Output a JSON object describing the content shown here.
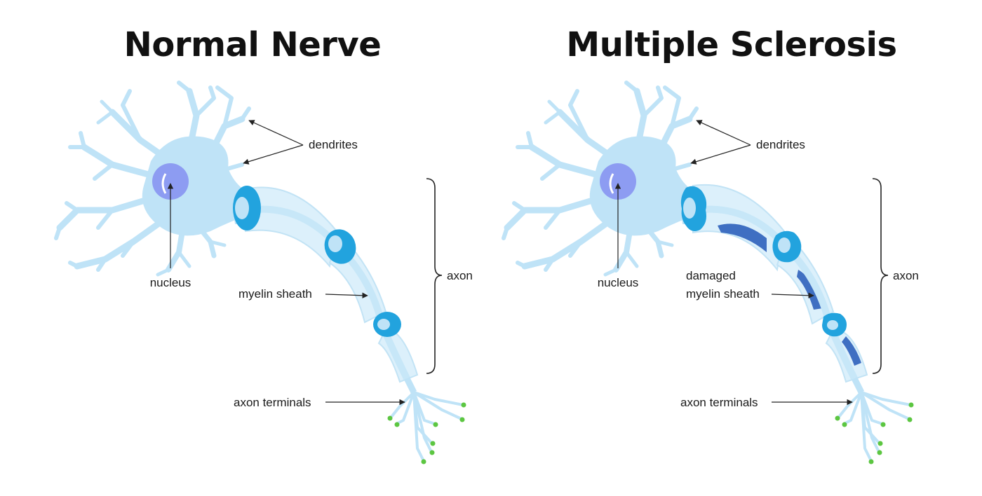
{
  "panels": {
    "normal": {
      "title": "Normal Nerve",
      "labels": {
        "dendrites": "dendrites",
        "nucleus": "nucleus",
        "myelin": "myelin sheath",
        "axon": "axon",
        "terminals": "axon terminals"
      }
    },
    "ms": {
      "title": "Multiple Sclerosis",
      "labels": {
        "dendrites": "dendrites",
        "nucleus": "nucleus",
        "myelin_line1": "damaged",
        "myelin_line2": "myelin sheath",
        "axon": "axon",
        "terminals": "axon terminals"
      }
    }
  },
  "colors": {
    "soma": "#bfe3f7",
    "soma_light": "#d9eefa",
    "nucleus": "#8d9cf2",
    "myelin": "#dcf0fb",
    "myelin_edge": "#c2e3f5",
    "node": "#22a3de",
    "node_dark": "#1388c4",
    "damage": "#3f6fc2",
    "terminal_tip": "#5cc641"
  }
}
